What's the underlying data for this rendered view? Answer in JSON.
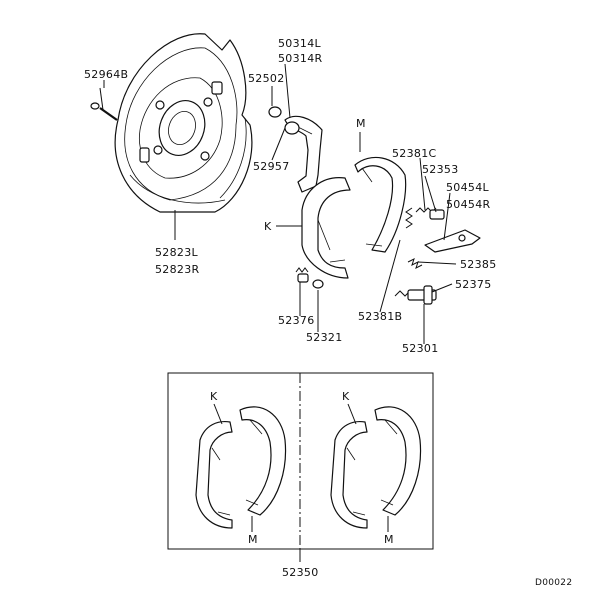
{
  "labels": {
    "p52964B": "52964B",
    "p50314L": "50314L",
    "p50314R": "50314R",
    "p52502": "52502",
    "p52957": "52957",
    "p52823L": "52823L",
    "p52823R": "52823R",
    "mTop": "M",
    "kTop": "K",
    "p52381C": "52381C",
    "p52353": "52353",
    "p50454L": "50454L",
    "p50454R": "50454R",
    "p52385": "52385",
    "p52375": "52375",
    "p52381B": "52381B",
    "p52376": "52376",
    "p52321": "52321",
    "p52301": "52301",
    "kLeft": "K",
    "mLeft": "M",
    "kRight": "K",
    "mRight": "M",
    "p52350": "52350",
    "ref": "D00022"
  }
}
